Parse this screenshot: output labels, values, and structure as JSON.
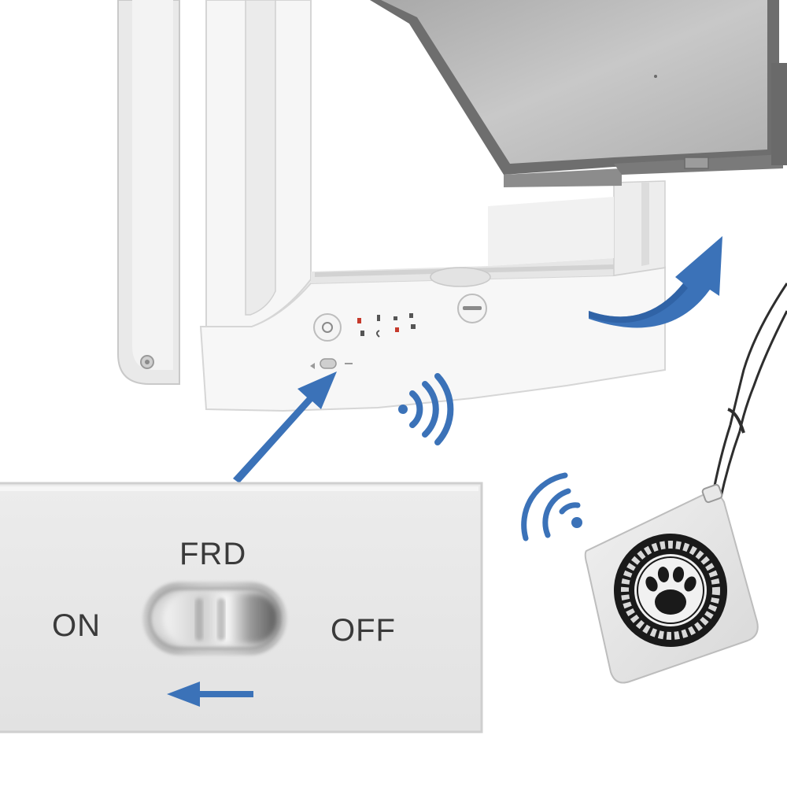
{
  "switch_panel": {
    "top_label": "FRD",
    "left_label": "ON",
    "right_label": "OFF"
  },
  "colors": {
    "arrow_blue": "#3b72b8",
    "panel_gray": "#e8e8e8",
    "door_white": "#f7f7f7",
    "flap_gray": "#b9b9b9",
    "tag_black": "#1a1a1a"
  },
  "icons": {
    "pointer_arrow": "arrow-up-right-icon",
    "open_arrow": "curved-arrow-up-icon",
    "direction_arrow": "arrow-left-icon",
    "signal": "wireless-signal-icon",
    "tag_logo": "paw-print-icon"
  }
}
